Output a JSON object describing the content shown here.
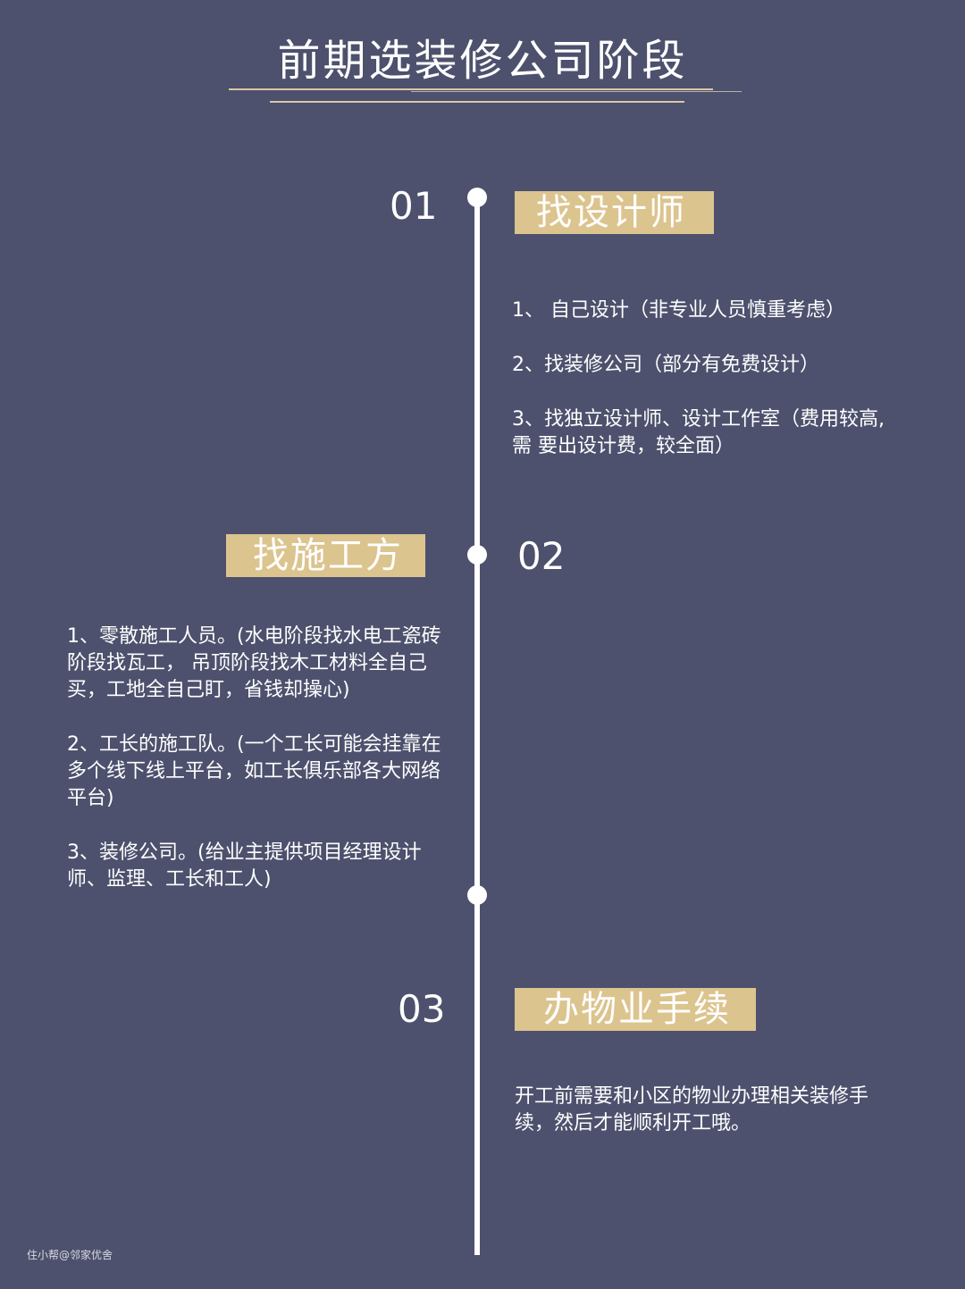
{
  "title": "前期选装修公司阶段",
  "sections": [
    {
      "number": "01",
      "heading": "找设计师",
      "items": [
        "1、 自己设计（非专业人员慎重考虑）",
        "2、找装修公司（部分有免费设计）",
        "3、找独立设计师、设计工作室（费用较高,需 要出设计费，较全面）"
      ]
    },
    {
      "number": "02",
      "heading": "找施工方",
      "items": [
        "1、零散施工人员。(水电阶段找水电工瓷砖 阶段找瓦工， 吊顶阶段找木工材料全自己买，工地全自己盯，省钱却操心)",
        "2、工长的施工队。(一个工长可能会挂靠在多个线下线上平台，如工长俱乐部各大网络平台)",
        "3、装修公司。(给业主提供项目经理设计师、监理、工长和工人)"
      ]
    },
    {
      "number": "03",
      "heading": "办物业手续",
      "items": [
        "开工前需要和小区的物业办理相关装修手续，然后才能顺利开工哦。"
      ]
    }
  ],
  "watermark": "住小帮@邻家优舍"
}
